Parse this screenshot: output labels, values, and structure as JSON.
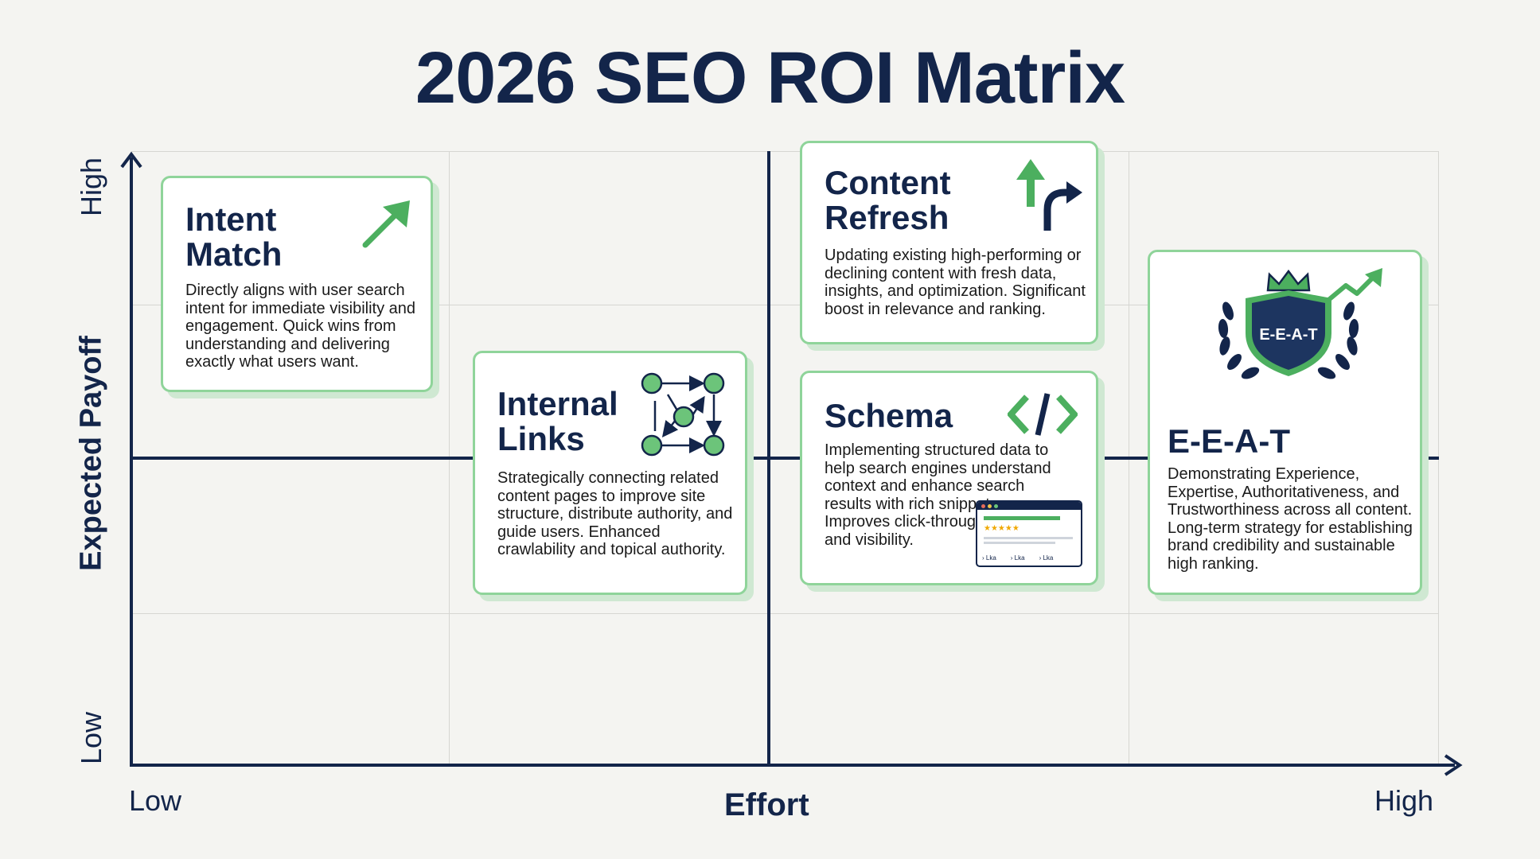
{
  "title": "2026 SEO ROI Matrix",
  "axes": {
    "y_title": "Expected Payoff",
    "y_high": "High",
    "y_low": "Low",
    "x_title": "Effort",
    "x_low": "Low",
    "x_high": "High"
  },
  "cards": {
    "intent": {
      "title_line1": "Intent",
      "title_line2": "Match",
      "description": "Directly aligns with user search intent for immediate visibility and engagement. Quick wins from understanding and delivering exactly what users want."
    },
    "internal": {
      "title_line1": "Internal",
      "title_line2": "Links",
      "description": "Strategically connecting related content pages to improve site structure, distribute authority, and guide users. Enhanced crawlability and topical authority."
    },
    "refresh": {
      "title_line1": "Content",
      "title_line2": "Refresh",
      "description": "Updating existing high-performing or declining content with fresh data, insights, and optimization. Significant boost in relevance and ranking."
    },
    "schema": {
      "title": "Schema",
      "description": "Implementing structured data to help search engines understand context and enhance search results with rich snippets. Improves click-through rates and visibility.",
      "snippet_links": [
        "› Lka",
        "› Lka",
        "› Lka"
      ],
      "snippet_stars": "★★★★★"
    },
    "eeat": {
      "title": "E-E-A-T",
      "badge": "E-E-A-T",
      "description": "Demonstrating Experience, Expertise, Authoritativeness, and Trustworthiness across all content. Long-term strategy for establishing brand credibility and sustainable high ranking."
    }
  },
  "colors": {
    "navy": "#13254a",
    "green": "#4caf5f",
    "card_border": "#8fd49a",
    "background": "#f4f4f1"
  }
}
